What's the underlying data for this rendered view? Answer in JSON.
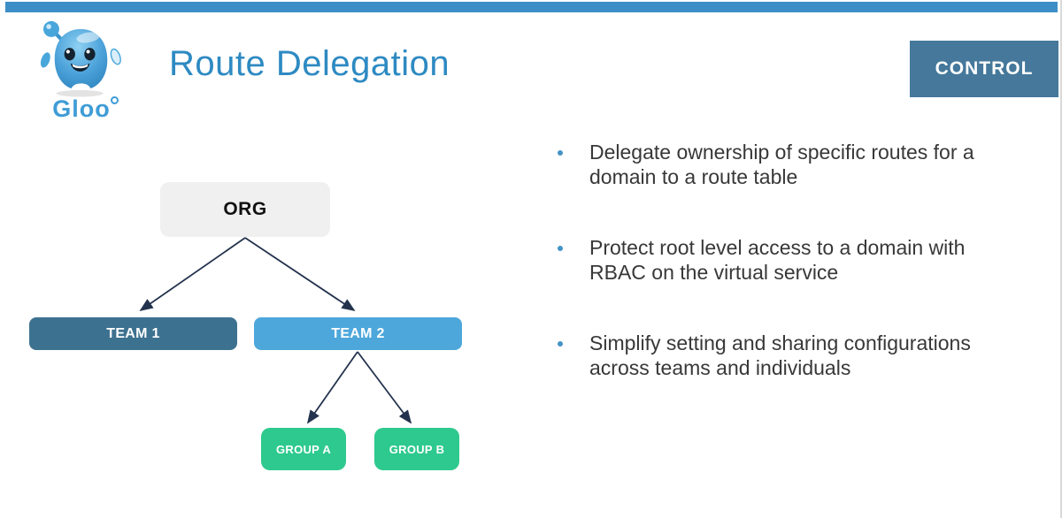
{
  "header": {
    "title": "Route Delegation",
    "badge_label": "CONTROL",
    "logo_text": "Gloo"
  },
  "bullets": [
    {
      "line1": "Delegate ownership of specific routes for a",
      "line2": "domain to a route table"
    },
    {
      "line1": "Protect root level access to a domain with",
      "line2": "RBAC on the virtual service"
    },
    {
      "line1": "Simplify setting and sharing configurations",
      "line2": "across teams and individuals"
    }
  ],
  "diagram": {
    "org": {
      "label": "ORG"
    },
    "team1": {
      "label": "TEAM 1"
    },
    "team2": {
      "label": "TEAM 2"
    },
    "group_a": {
      "label": "GROUP A"
    },
    "group_b": {
      "label": "GROUP B"
    }
  },
  "icons": {
    "logo_mascot": "gloo-blob-mascot",
    "bullet": "small-blue-dot"
  },
  "colors": {
    "top_bar": "#3d8ec6",
    "title_blue": "#2e8ac2",
    "badge_bg": "#45789b",
    "team1_bg": "#3d7190",
    "team2_bg": "#4da7db",
    "group_bg": "#2ec98e",
    "org_bg": "#f0f0f1",
    "arrow": "#23334d",
    "bullet_dot": "#4493c4",
    "bullet_text": "#383838",
    "logo_blue": "#3f9cd6"
  }
}
